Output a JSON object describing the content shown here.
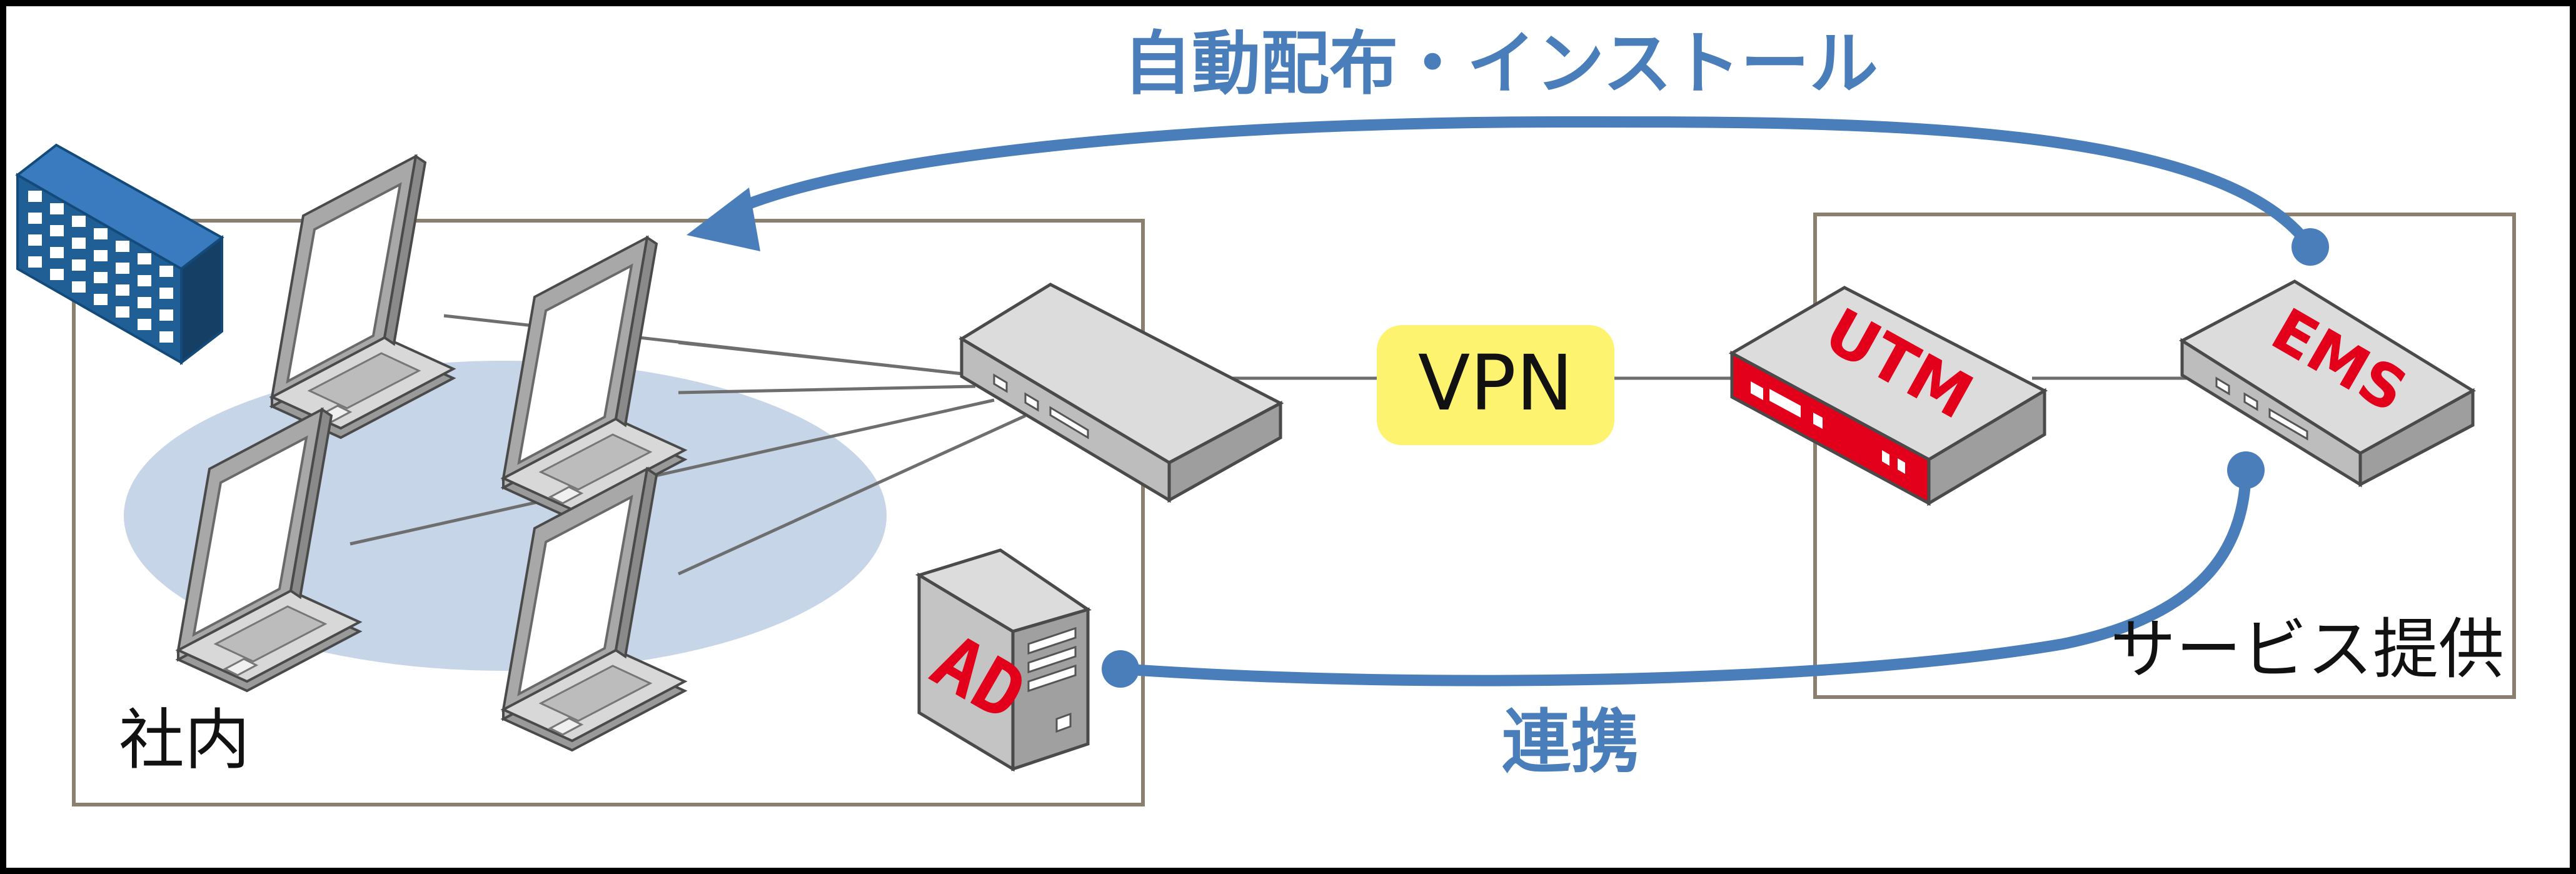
{
  "labels": {
    "top_arrow": "自動配布・インストール",
    "bottom_arrow": "連携",
    "company": "社内",
    "service": "サービス提供",
    "vpn": "VPN",
    "utm": "UTM",
    "ems": "EMS",
    "ad": "AD"
  },
  "colors": {
    "arrow": "#4a7ebb",
    "red": "#e2001a",
    "vpn_fill": "#fdf36e",
    "lan_ellipse": "#c7d5e8",
    "box_border": "#8b8070",
    "building": "#1f5f96",
    "device_gray": "#c8c8c8"
  },
  "icons": {
    "building": "office-building-icon",
    "laptop": "laptop-icon",
    "switch": "network-switch-icon",
    "server": "tower-server-icon"
  }
}
